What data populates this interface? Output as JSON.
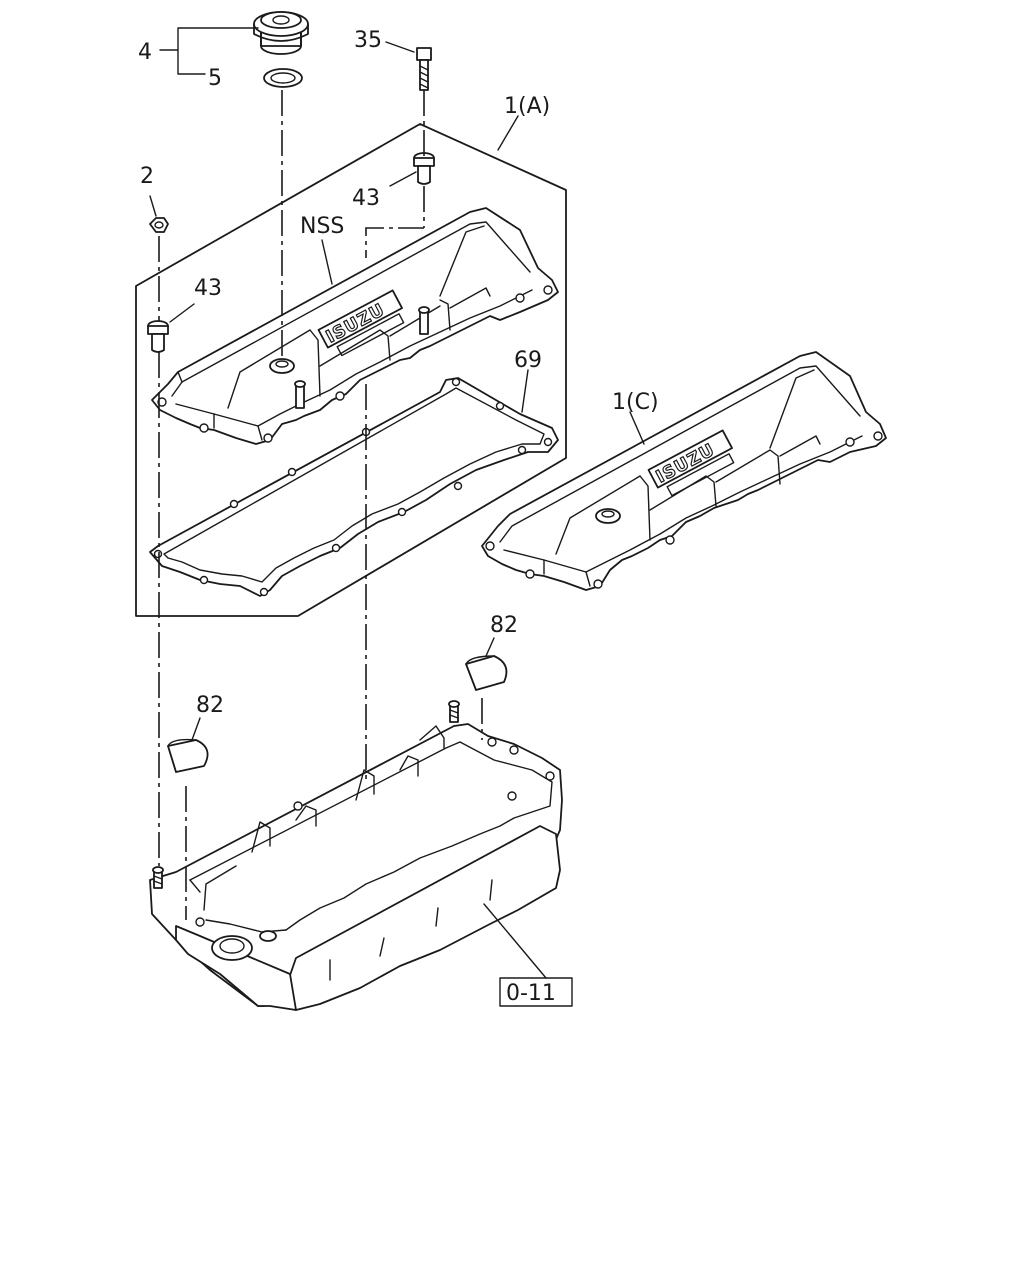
{
  "labels": {
    "l4": "4",
    "l5": "5",
    "l35": "35",
    "l1a": "1(A)",
    "l2": "2",
    "l43a": "43",
    "lnss": "NSS",
    "l43b": "43",
    "l69": "69",
    "l1c": "1(C)",
    "l82a": "82",
    "l82b": "82",
    "ref": "0-11"
  },
  "logo": {
    "brand": "ISUZU"
  }
}
